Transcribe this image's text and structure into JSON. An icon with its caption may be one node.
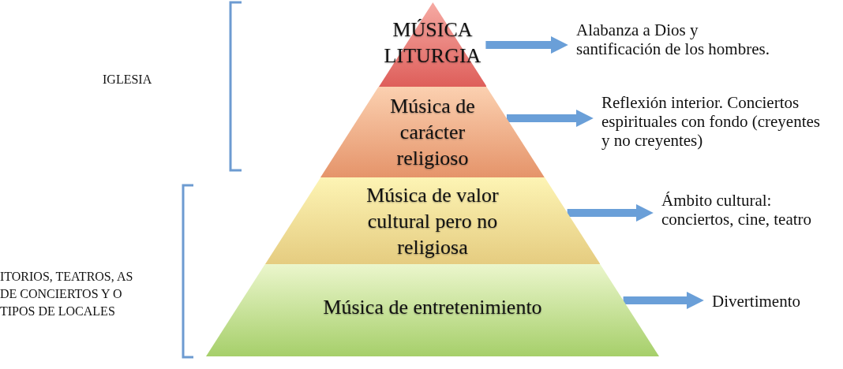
{
  "diagram": {
    "nodes": [
      {
        "text": [
          "MÚSICA LITURGIA"
        ]
      },
      {
        "text": [
          "Música de carácter religioso"
        ]
      },
      {
        "text": [
          "Música de valor cultural pero no religiosa"
        ]
      },
      {
        "text": [
          "Música de entretenimiento"
        ]
      },
      {
        "text": [
          "Alabanza a Dios y santificación de los hombres."
        ]
      },
      {
        "text": [
          "Reflexión interior. Conciertos espirituales con fondo (creyentes y no creyentes)"
        ]
      },
      {
        "text": [
          "Ámbito cultural: conciertos, cine, teatro"
        ]
      },
      {
        "text": [
          "Divertimento"
        ]
      }
    ],
    "edges": [
      {
        "from": 0,
        "to": 4,
        "arrow": "to"
      },
      {
        "from": 1,
        "to": 5,
        "arrow": "to"
      },
      {
        "from": 2,
        "to": 6,
        "arrow": "to"
      },
      {
        "from": 3,
        "to": 7,
        "arrow": "to"
      }
    ],
    "labels": [
      "IGLESIA",
      "ITORIOS, TEATROS, AS DE CONCIERTOS Y O TIPOS DE LOCALES"
    ]
  }
}
